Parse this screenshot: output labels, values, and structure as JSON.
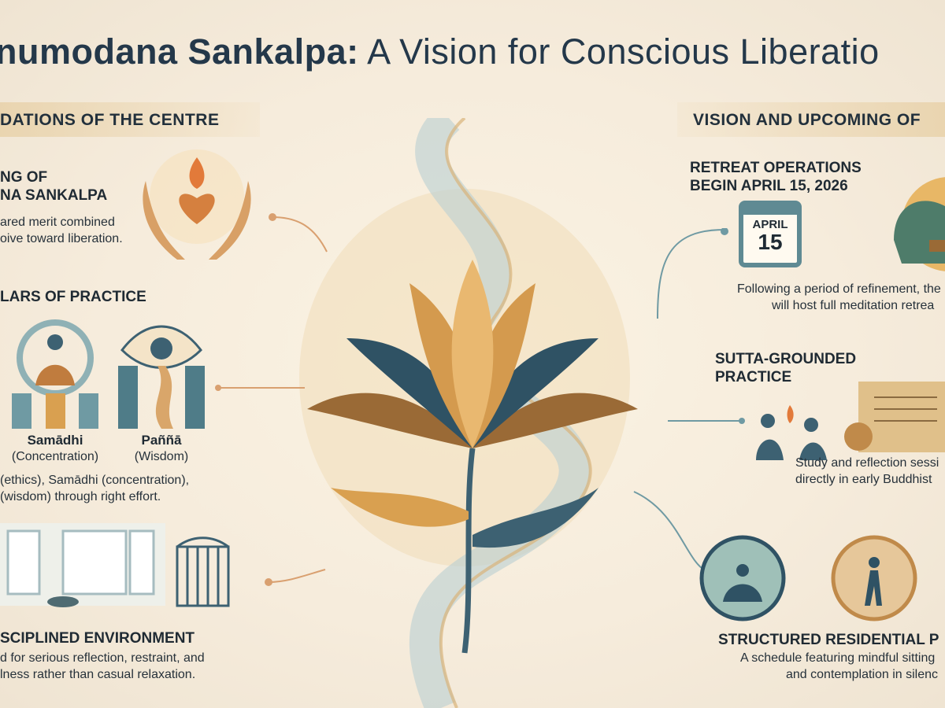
{
  "title": {
    "prefix": "numodana Sankalpa:",
    "rest": " A Vision for Conscious Liberatio"
  },
  "left": {
    "header": "DATIONS OF THE CENTRE",
    "meaning": {
      "title_lines": [
        "NG OF",
        "NA SANKALPA"
      ],
      "text_lines": [
        "ared merit combined",
        "oive toward liberation."
      ]
    },
    "pillars": {
      "title": "LARS OF PRACTICE",
      "items": [
        {
          "name": "Samādhi",
          "sub": "(Concentration)"
        },
        {
          "name": "Paññā",
          "sub": "(Wisdom)"
        }
      ],
      "text_lines": [
        "(ethics), Samādhi (concentration),",
        "(wisdom) through right effort."
      ]
    },
    "environment": {
      "title": "SCIPLINED ENVIRONMENT",
      "text_lines": [
        "d for serious reflection, restraint, and",
        "lness rather than casual relaxation."
      ]
    }
  },
  "right": {
    "header": "VISION AND UPCOMING OF",
    "retreat": {
      "title_lines": [
        "RETREAT OPERATIONS",
        "BEGIN APRIL 15, 2026"
      ],
      "calendar": {
        "month": "APRIL",
        "day": "15"
      },
      "text_lines": [
        "Following a period of refinement, the",
        "will host full meditation retrea"
      ]
    },
    "sutta": {
      "title_lines": [
        "SUTTA-GROUNDED",
        "PRACTICE"
      ],
      "text_lines": [
        "Study and reflection sessi",
        "directly in early Buddhist"
      ]
    },
    "residential": {
      "title": "STRUCTURED RESIDENTIAL P",
      "text_lines": [
        "A schedule featuring mindful sitting",
        "and contemplation in silenc"
      ]
    }
  },
  "colors": {
    "teal": "#3d6172",
    "gold": "#d9a050",
    "navy": "#24384a",
    "cream": "#f6ecdc"
  }
}
